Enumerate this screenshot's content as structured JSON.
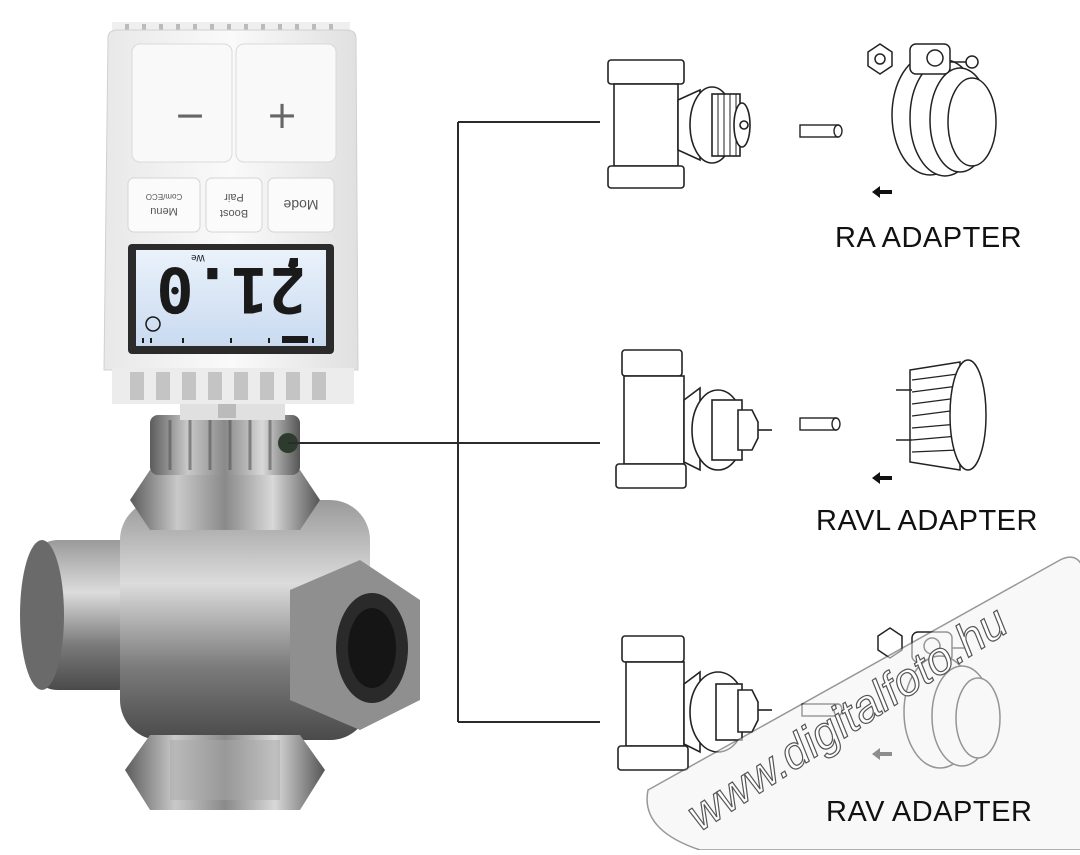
{
  "thermostat": {
    "minus_label": "−",
    "plus_label": "+",
    "button_mode": "Mode",
    "button_pair": "Pair",
    "button_boost": "Boost",
    "button_menu": "Menu",
    "button_comfort": "Com/ECO",
    "display_value": "21.0",
    "display_top_text": "We"
  },
  "adapters": [
    {
      "label": "RA ADAPTER"
    },
    {
      "label": "RAVL ADAPTER"
    },
    {
      "label": "RAV ADAPTER"
    }
  ],
  "watermark": {
    "text": "www.digitalfoto.hu"
  }
}
